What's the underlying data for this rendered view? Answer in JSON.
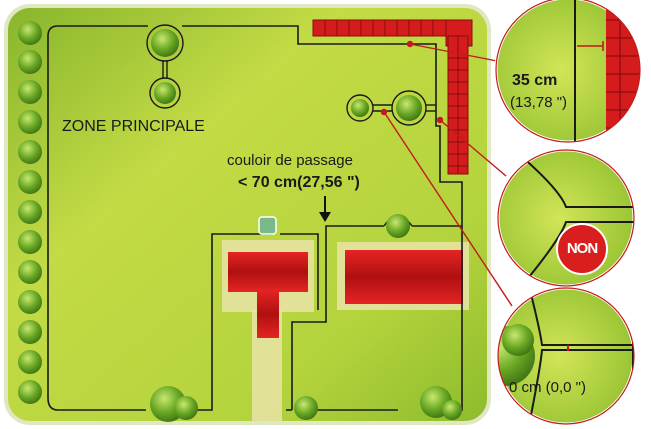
{
  "zone_label": "ZONE PRINCIPALE",
  "corridor": {
    "label": "couloir de passage",
    "value": "< 70 cm(27,56 \")"
  },
  "magnifier_1": {
    "value_cm": "35 cm",
    "value_in": "(13,78 \")"
  },
  "magnifier_2": {
    "verdict": "NON"
  },
  "magnifier_3": {
    "value": "0 cm (0,0 \")"
  },
  "colors": {
    "lawn": "#b6d23c",
    "lawn_dark": "#7fae2a",
    "hedge": "#5e9c1e",
    "building_red": "#d81e1e",
    "boundary_wire": "#1a1a1a",
    "leader_line": "#c21b1b",
    "non_badge": "#d81e1e"
  }
}
